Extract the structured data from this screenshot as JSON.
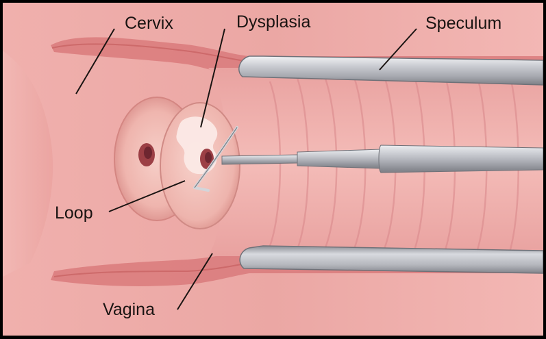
{
  "labels": {
    "cervix": "Cervix",
    "dysplasia": "Dysplasia",
    "speculum": "Speculum",
    "loop": "Loop",
    "vagina": "Vagina"
  },
  "colors": {
    "tissue": "#eba6a3",
    "tissue_dark": "#d9787a",
    "cervix_surface": "#f1bdb6",
    "dysplasia": "#fbe9e6",
    "instrument": "#c4c6cc",
    "frame": "#000000"
  }
}
